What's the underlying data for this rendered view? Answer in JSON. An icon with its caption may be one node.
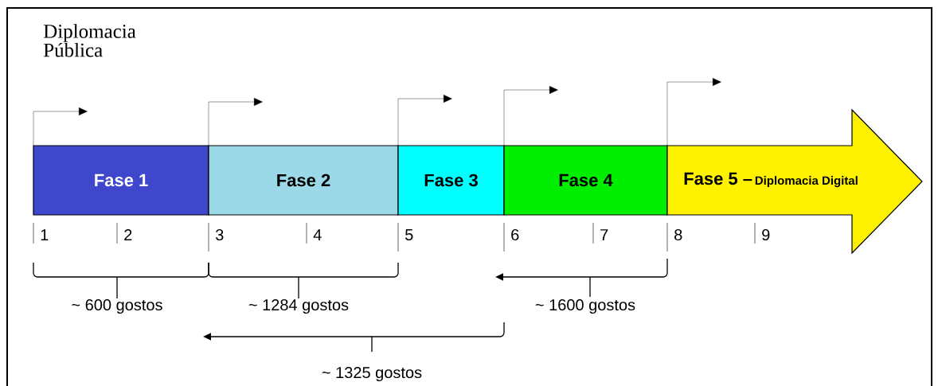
{
  "diagram": {
    "title": "Diplomacia Pública",
    "nodes": [
      {
        "text": [
          "Fase 1"
        ]
      },
      {
        "text": [
          "Fase 2"
        ]
      },
      {
        "text": [
          "Fase 3"
        ]
      },
      {
        "text": [
          "Fase 4"
        ]
      },
      {
        "text": [
          "Fase 5 –",
          "Diplomacia Digital"
        ]
      }
    ],
    "labels": [
      "1",
      "2",
      "3",
      "4",
      "5",
      "6",
      "7",
      "8",
      "9",
      "~ 600 gostos",
      "~ 1284 gostos",
      "~ 1600 gostos",
      "~ 1325 gostos"
    ]
  }
}
